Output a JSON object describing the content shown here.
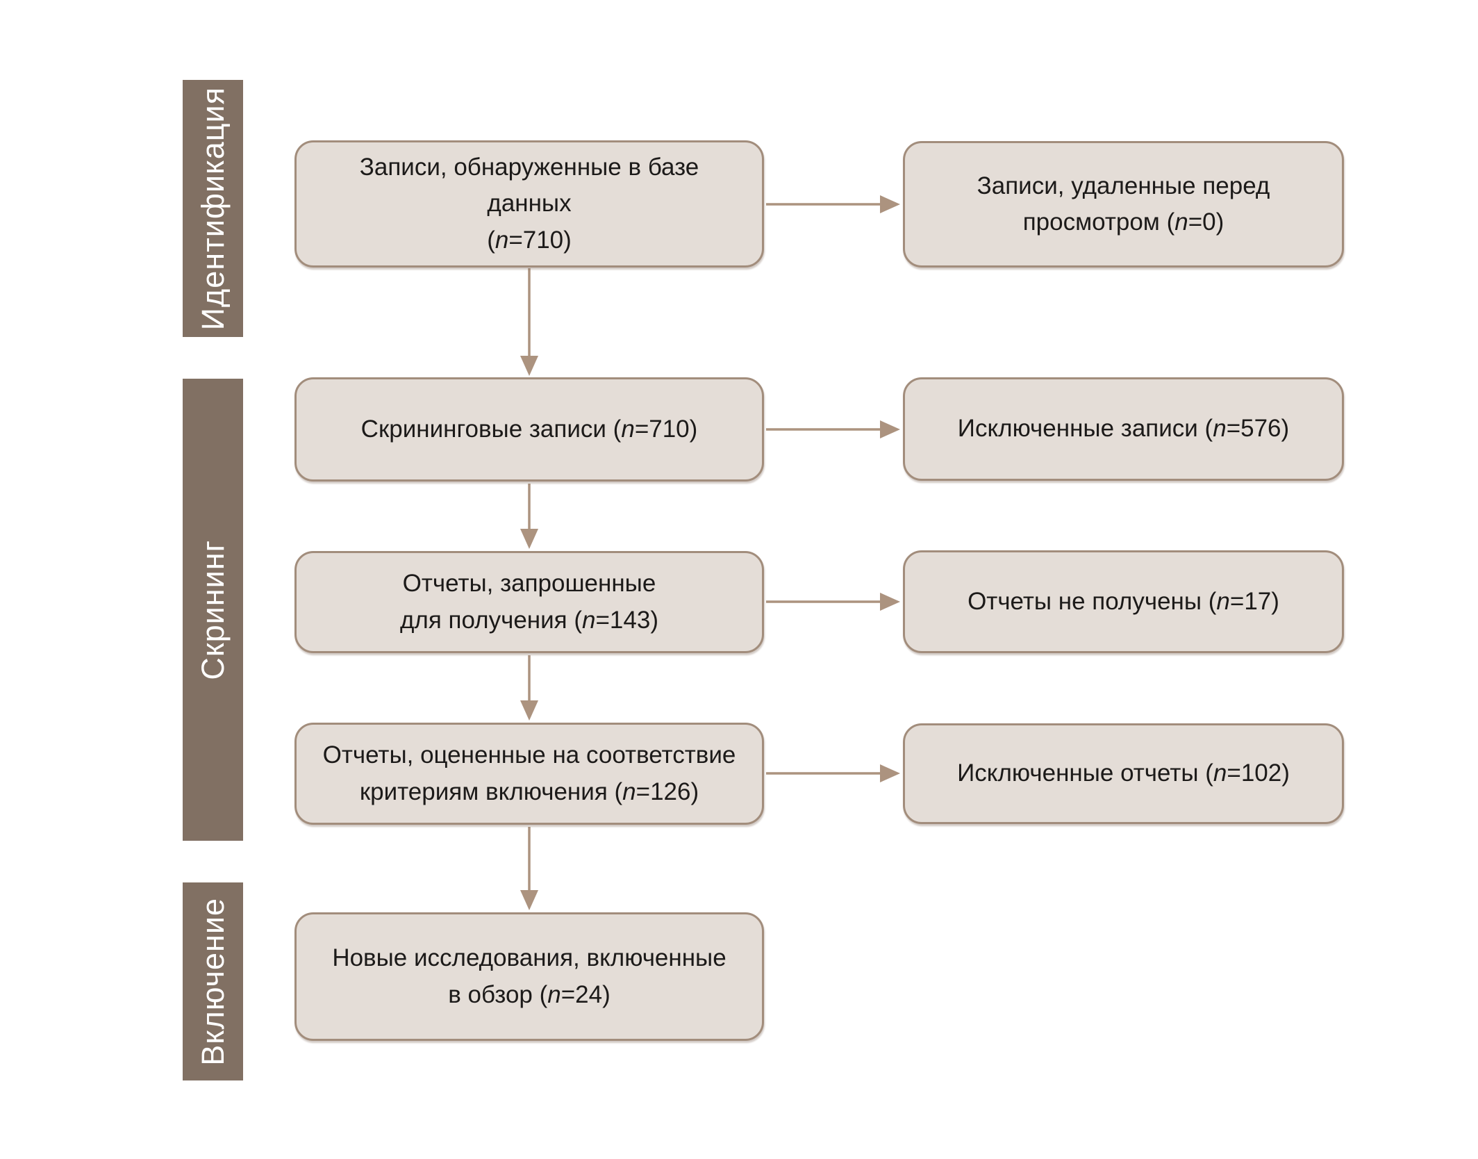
{
  "diagram": {
    "type": "prisma-flow",
    "stages": [
      {
        "label": "Идентификация"
      },
      {
        "label": "Скрининг"
      },
      {
        "label": "Включение"
      }
    ],
    "boxes": {
      "identified": {
        "n": 710,
        "segments": [
          {
            "t": "Записи, обнаруженные в базе данных"
          },
          {
            "br": true
          },
          {
            "t": "("
          },
          {
            "t": "n",
            "i": true
          },
          {
            "t": "=710)"
          }
        ]
      },
      "removed": {
        "n": 0,
        "segments": [
          {
            "t": "Записи, удаленные перед"
          },
          {
            "br": true
          },
          {
            "t": "просмотром ("
          },
          {
            "t": "n",
            "i": true
          },
          {
            "t": "=0)"
          }
        ]
      },
      "screened": {
        "n": 710,
        "segments": [
          {
            "t": "Скрининговые записи ("
          },
          {
            "t": "n",
            "i": true
          },
          {
            "t": "=710)"
          }
        ]
      },
      "excluded_records": {
        "n": 576,
        "segments": [
          {
            "t": "Исключенные записи ("
          },
          {
            "t": "n",
            "i": true
          },
          {
            "t": "=576)"
          }
        ]
      },
      "sought": {
        "n": 143,
        "segments": [
          {
            "t": "Отчеты, запрошенные"
          },
          {
            "br": true
          },
          {
            "t": "для получения ("
          },
          {
            "t": "n",
            "i": true
          },
          {
            "t": "=143)"
          }
        ]
      },
      "not_retrieved": {
        "n": 17,
        "segments": [
          {
            "t": "Отчеты не получены ("
          },
          {
            "t": "n",
            "i": true
          },
          {
            "t": "=17)"
          }
        ]
      },
      "assessed": {
        "n": 126,
        "segments": [
          {
            "t": "Отчеты, оцененные на соответствие"
          },
          {
            "br": true
          },
          {
            "t": "критериям включения ("
          },
          {
            "t": "n",
            "i": true
          },
          {
            "t": "=126)"
          }
        ]
      },
      "excluded_reports": {
        "n": 102,
        "segments": [
          {
            "t": "Исключенные отчеты ("
          },
          {
            "t": "n",
            "i": true
          },
          {
            "t": "=102)"
          }
        ]
      },
      "included": {
        "n": 24,
        "segments": [
          {
            "t": "Новые исследования, включенные"
          },
          {
            "br": true
          },
          {
            "t": "в обзор ("
          },
          {
            "t": "n",
            "i": true
          },
          {
            "t": "=24)"
          }
        ]
      }
    }
  },
  "colors": {
    "background": "#ffffff",
    "stage_bar": "#817063",
    "stage_text": "#ffffff",
    "box_fill": "#e4ddd7",
    "box_border": "#a28d7c",
    "arrow": "#ac937f",
    "text": "#1c1a19"
  }
}
